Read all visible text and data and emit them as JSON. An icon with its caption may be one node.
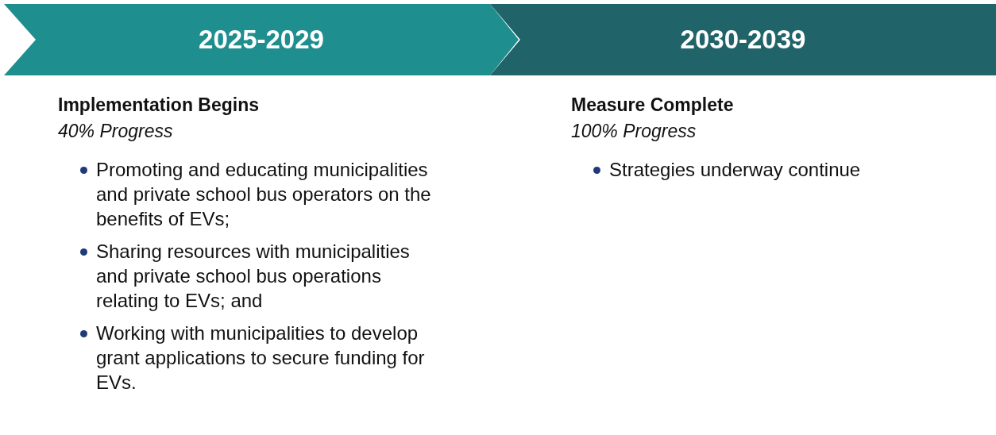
{
  "diagram": {
    "nodes": [
      {
        "text": [
          "2025-2029"
        ],
        "beside": [
          "Implementation Begins",
          "40% Progress",
          "Promoting and educating municipalities and private school bus operators on the benefits of EVs;",
          "Sharing resources with municipalities and private school bus operations relating to EVs; and",
          "Working with municipalities to develop grant applications to secure funding for EVs."
        ]
      },
      {
        "text": [
          "2030-2039"
        ],
        "beside": [
          "Measure Complete",
          "100% Progress",
          "Strategies underway continue"
        ]
      }
    ]
  }
}
